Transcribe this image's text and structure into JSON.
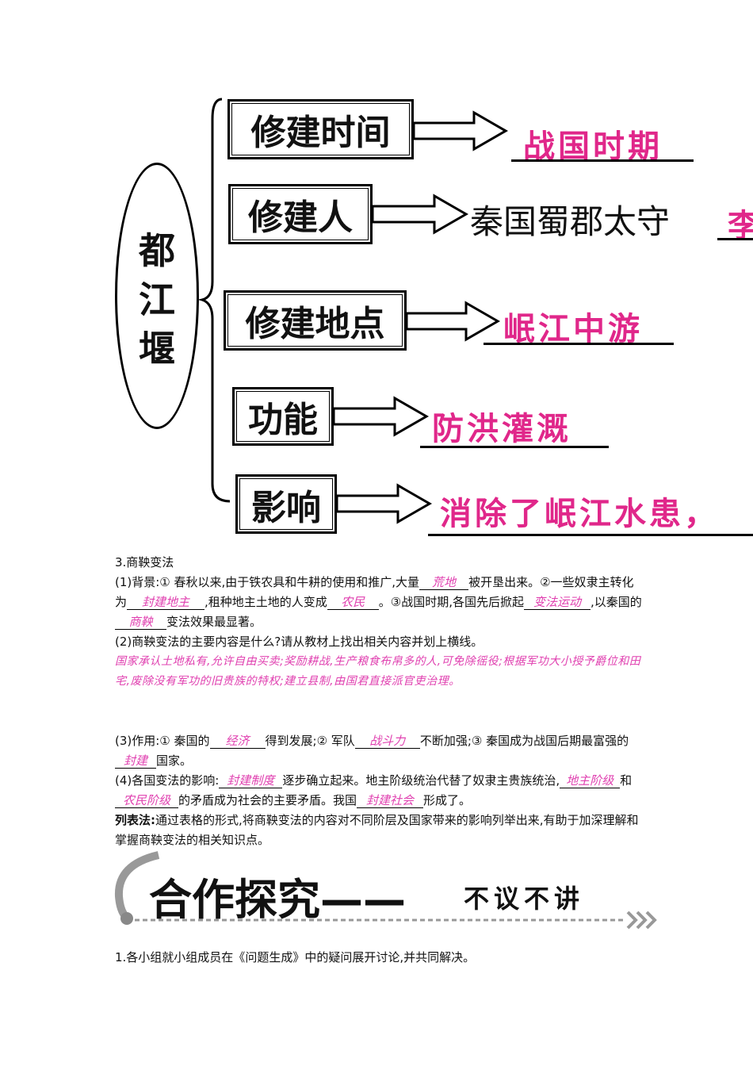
{
  "diagram": {
    "center": "都江堰",
    "rows": [
      {
        "label": "修建时间",
        "answer": "战国时期"
      },
      {
        "label": "修建人",
        "prefix": "秦国蜀郡太守",
        "answer": "李"
      },
      {
        "label": "修建地点",
        "answer": "岷江中游"
      },
      {
        "label": "功能",
        "answer": "防洪灌溉"
      },
      {
        "label": "影响",
        "answer": "消除了岷江水患，"
      }
    ]
  },
  "section3": {
    "title": "3.商鞅变法",
    "p1": {
      "a": "(1)背景:① 春秋以来,由于铁农具和牛耕的使用和推广,大量",
      "f1": "荒地",
      "b": "被开垦出来。②一些奴隶主转化为",
      "f2": "封建地主",
      "c": ",租种地主土地的人变成",
      "f3": "农民",
      "d": "。③战国时期,各国先后掀起",
      "f4": "变法运动",
      "e": ",以秦国的",
      "f5": "商鞅",
      "g": "变法效果最显著。"
    },
    "p2": "(2)商鞅变法的主要内容是什么?请从教材上找出相关内容并划上横线。",
    "p2_answer": "国家承认土地私有,允许自由买卖;奖励耕战,生产粮食布帛多的人,可免除徭役;根据军功大小授予爵位和田宅,废除没有军功的旧贵族的特权;建立县制,由国君直接派官吏治理。",
    "p3": {
      "a": "(3)作用:① 秦国的",
      "f1": "经济",
      "b": "得到发展;② 军队",
      "f2": "战斗力",
      "c": "不断加强;③ 秦国成为战国后期最富强的",
      "f3": "封建",
      "d": "国家。"
    },
    "p4": {
      "a": "(4)各国变法的影响:",
      "f1": "封建制度",
      "b": "逐步确立起来。地主阶级统治代替了奴隶主贵族统治,",
      "f2": "地主阶级",
      "c": "和",
      "f3": "农民阶级",
      "d": "的矛盾成为社会的主要矛盾。我国",
      "f4": "封建社会",
      "e": "形成了。"
    },
    "method_label": "列表法:",
    "method_text": "通过表格的形式,将商鞅变法的内容对不同阶层及国家带来的影响列举出来,有助于加深理解和掌握商鞅变法的相关知识点。"
  },
  "banner": {
    "title": "合作探究——",
    "subtitle": "不议不讲"
  },
  "final": "1.各小组就小组成员在《问题生成》中的疑问展开讨论,并共同解决。"
}
